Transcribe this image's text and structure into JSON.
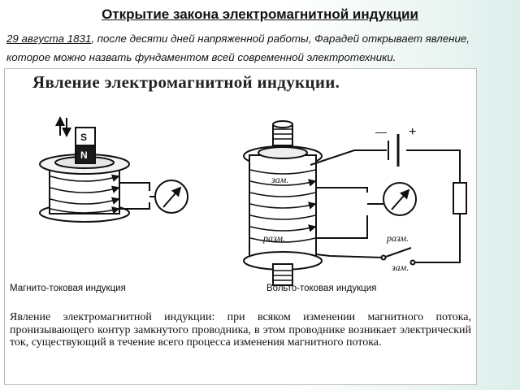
{
  "slide": {
    "title": "Открытие закона электромагнитной индукции",
    "intro_date": "29 августа 1831",
    "intro_rest": ", после десяти дней напряженной работы, Фарадей открывает явление, которое можно назвать фундаментом всей современной электротехники."
  },
  "figure": {
    "title": "Явление электромагнитной индукции.",
    "magnet_pole_top": "S",
    "magnet_pole_bottom": "N",
    "field_letter": "N",
    "battery_minus": "—",
    "battery_plus": "+",
    "label_close_top": "зам.",
    "label_open_coil": "разм.",
    "label_open_switch": "разм.",
    "label_close_switch": "зам.",
    "caption_left": "Магнито-токовая индукция",
    "caption_right": "Вольто-токовая индукция",
    "definition": "Явление электромагнитной индукции: при всяком изменении магнитного потока, пронизывающего контур замкнутого проводника, в этом проводнике возникает электрический ток, существующий в течение всего процесса изменения магнитного потока."
  },
  "colors": {
    "ink": "#111111",
    "magnet_dark": "#1a1a1a",
    "background_tint": "#dcefeb"
  },
  "icons": [
    "galvanometer-icon",
    "resistor-icon",
    "battery-icon",
    "switch-icon",
    "magnet-icon",
    "coil-icon"
  ]
}
